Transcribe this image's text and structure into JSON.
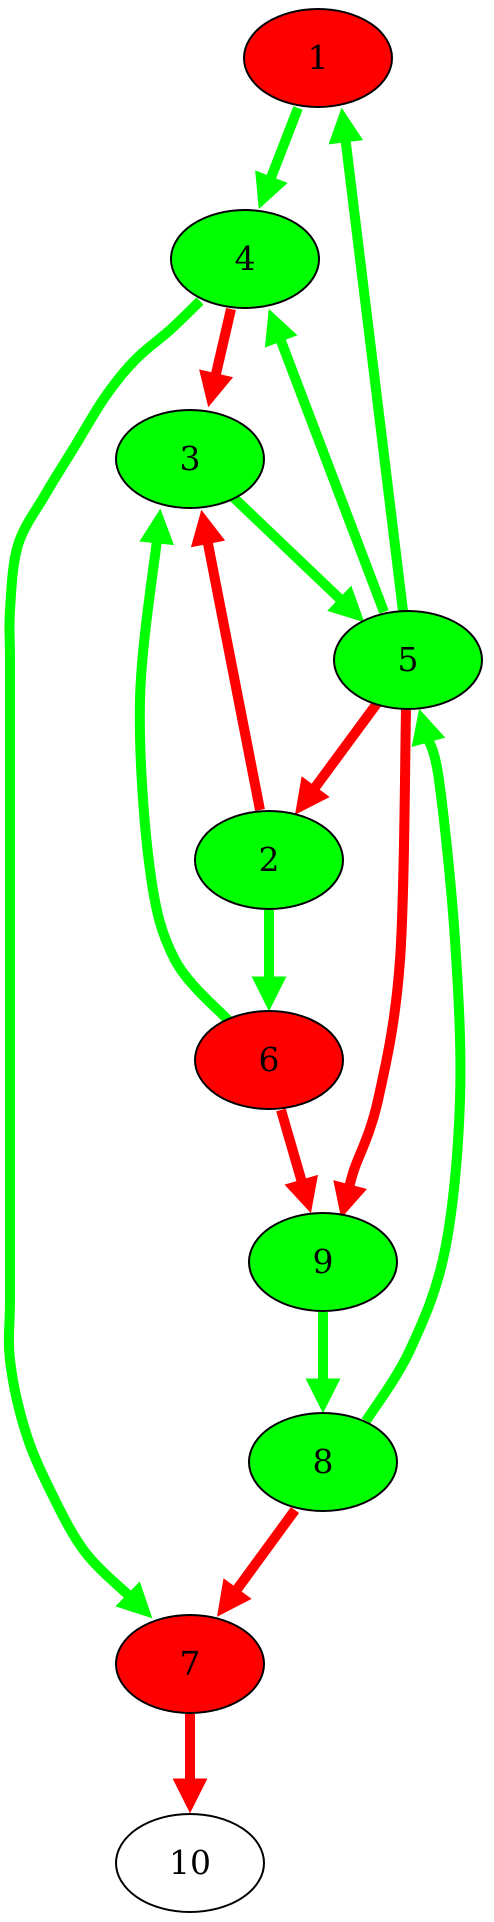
{
  "graph": {
    "type": "directed-graph",
    "colors": {
      "red": "#ff0000",
      "green": "#00ff00",
      "white": "#ffffff",
      "stroke": "#000000"
    },
    "nodes": [
      {
        "id": "1",
        "label": "1",
        "fill": "red"
      },
      {
        "id": "4",
        "label": "4",
        "fill": "green"
      },
      {
        "id": "3",
        "label": "3",
        "fill": "green"
      },
      {
        "id": "5",
        "label": "5",
        "fill": "green"
      },
      {
        "id": "2",
        "label": "2",
        "fill": "green"
      },
      {
        "id": "6",
        "label": "6",
        "fill": "red"
      },
      {
        "id": "9",
        "label": "9",
        "fill": "green"
      },
      {
        "id": "8",
        "label": "8",
        "fill": "green"
      },
      {
        "id": "7",
        "label": "7",
        "fill": "red"
      },
      {
        "id": "10",
        "label": "10",
        "fill": "white"
      }
    ],
    "edges": [
      {
        "from": "1",
        "to": "4",
        "color": "green"
      },
      {
        "from": "4",
        "to": "3",
        "color": "red"
      },
      {
        "from": "4",
        "to": "7",
        "color": "green"
      },
      {
        "from": "3",
        "to": "5",
        "color": "green"
      },
      {
        "from": "5",
        "to": "1",
        "color": "green"
      },
      {
        "from": "5",
        "to": "4",
        "color": "green"
      },
      {
        "from": "5",
        "to": "2",
        "color": "red"
      },
      {
        "from": "5",
        "to": "9",
        "color": "red"
      },
      {
        "from": "2",
        "to": "3",
        "color": "red"
      },
      {
        "from": "2",
        "to": "6",
        "color": "green"
      },
      {
        "from": "6",
        "to": "3",
        "color": "green"
      },
      {
        "from": "6",
        "to": "9",
        "color": "red"
      },
      {
        "from": "9",
        "to": "8",
        "color": "green"
      },
      {
        "from": "8",
        "to": "5",
        "color": "green"
      },
      {
        "from": "8",
        "to": "7",
        "color": "red"
      },
      {
        "from": "7",
        "to": "10",
        "color": "red"
      }
    ]
  }
}
